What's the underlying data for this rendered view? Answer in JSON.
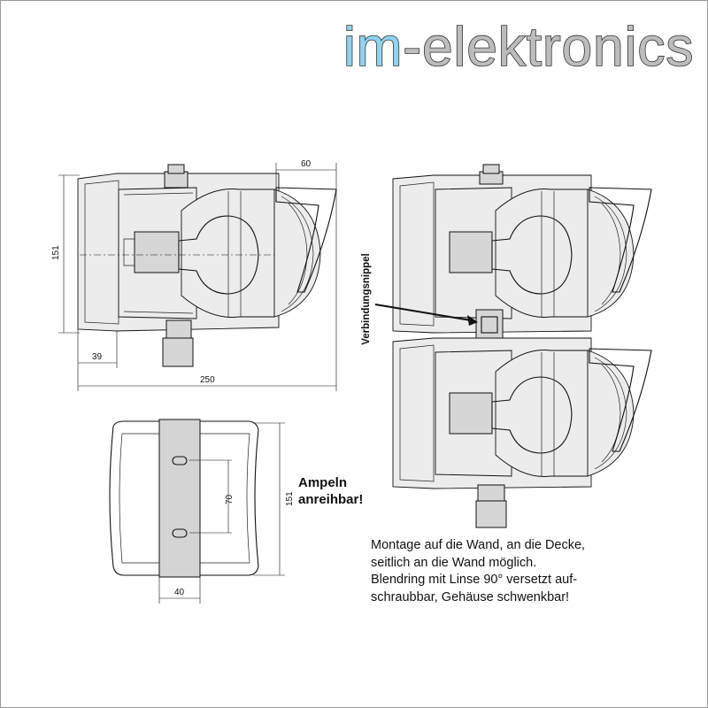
{
  "brand": {
    "part1": "im",
    "part2": "-elektronics",
    "color_part1": "#8fd3ee",
    "color_part2": "#b8b8b8",
    "outline": "#333333"
  },
  "dimensions": {
    "side_depth": "60",
    "side_height": "151",
    "side_mount_offset": "39",
    "side_length": "250",
    "front_height": "151",
    "front_hole_spacing": "70",
    "front_bracket_width": "40"
  },
  "labels": {
    "connector": "Verbindungsnippel",
    "stackable_line1": "Ampeln",
    "stackable_line2": "anreihbar!"
  },
  "note": {
    "line1": "Montage auf die Wand, an die Decke,",
    "line2": "seitlich an die Wand möglich.",
    "line3": "Blendring mit Linse 90° versetzt auf-",
    "line4": "schraubbar, Gehäuse schwenkbar!"
  }
}
